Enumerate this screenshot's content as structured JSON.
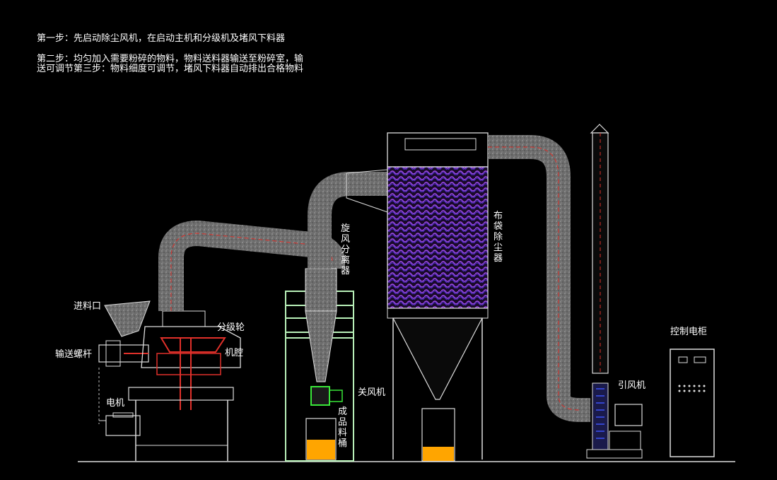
{
  "steps": {
    "step1": "第一步：先启动除尘风机，在启动主机和分级机及堵风下料器",
    "step2_line1": "第二步：均匀加入需要粉碎的物料，物料送料器输送至粉碎室，输",
    "step2_line2": "送可调节第三步：物料细度可调节，堵风下料器自动排出合格物料"
  },
  "labels": {
    "feed_inlet": "进料口",
    "classifier_wheel": "分级轮",
    "screw_conveyor": "输送螺杆",
    "chamber": "机腔",
    "motor": "电机",
    "cyclone_separator": "旋风分离器",
    "airlock_fan": "关风机",
    "product_bin": "成品料桶",
    "bag_filter": "布袋除尘器",
    "induced_fan": "引风机",
    "control_cabinet": "控制电柜"
  },
  "colors": {
    "background": "#000000",
    "steel": "#d9d9d9",
    "duct": "#8a8a8a",
    "frame_green": "#b8f0b8",
    "red_part": "#e0302a",
    "bags": "#9b3fe0",
    "bin_fill": "#ffa500",
    "fan_blue": "#3344cc"
  }
}
